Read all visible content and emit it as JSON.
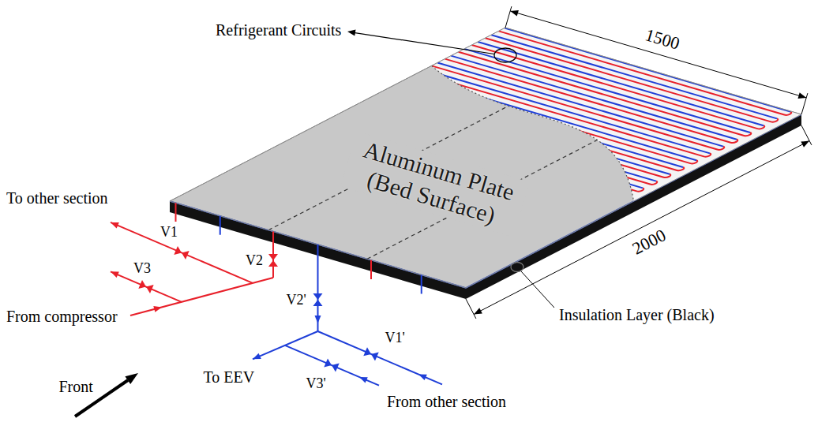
{
  "diagram": {
    "labels": [
      "Refrigerant Circuits",
      "1500",
      "Aluminum Plate (Bed Surface)",
      "2000",
      "Insulation Layer (Black)",
      "To other section",
      "V1",
      "V3",
      "V2",
      "From compressor",
      "V2'",
      "V1'",
      "Front",
      "To EEV",
      "V3'",
      "From other section"
    ]
  }
}
